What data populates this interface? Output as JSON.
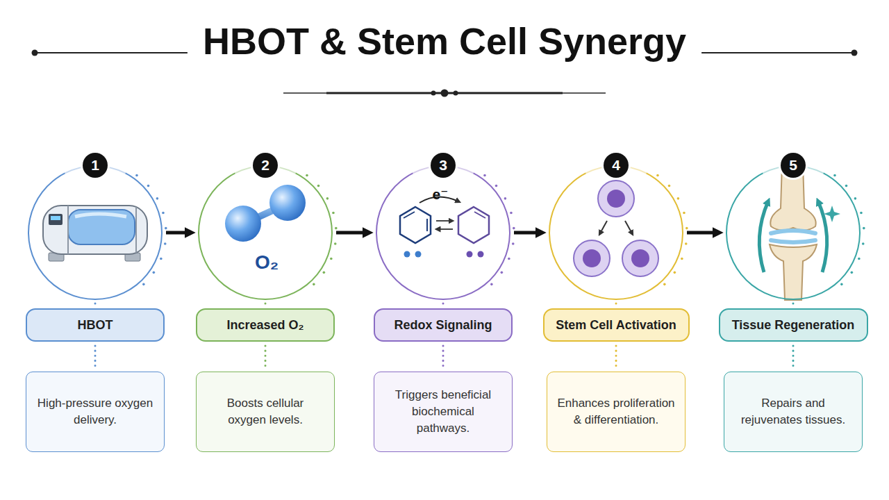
{
  "diagram": {
    "title": "HBOT & Stem Cell Synergy",
    "nodes": [
      {
        "text": [
          "1"
        ]
      },
      {
        "text": [
          "HBOT"
        ]
      },
      {
        "text": [
          "High-pressure oxygen delivery."
        ]
      },
      {
        "text": [
          "2"
        ]
      },
      {
        "text": [
          "Increased O₂"
        ]
      },
      {
        "text": [
          "Boosts cellular oxygen levels."
        ]
      },
      {
        "text": [
          "3"
        ]
      },
      {
        "text": [
          "Redox Signaling"
        ]
      },
      {
        "text": [
          "Triggers beneficial biochemical pathways."
        ]
      },
      {
        "text": [
          "4"
        ]
      },
      {
        "text": [
          "Stem Cell Activation"
        ]
      },
      {
        "text": [
          "Enhances proliferation & differentiation."
        ]
      },
      {
        "text": [
          "5"
        ]
      },
      {
        "text": [
          "Tissue Regeneration"
        ]
      },
      {
        "text": [
          "Repairs and rejuvenates tissues."
        ]
      }
    ],
    "edges": [
      {
        "from": 0,
        "to": 3,
        "arrow": "to"
      },
      {
        "from": 3,
        "to": 6,
        "arrow": "to"
      },
      {
        "from": 6,
        "to": 9,
        "arrow": "to"
      },
      {
        "from": 9,
        "to": 12,
        "arrow": "to"
      },
      {
        "from": 0,
        "to": 1,
        "arrow": "none"
      },
      {
        "from": 1,
        "to": 2,
        "arrow": "none"
      },
      {
        "from": 3,
        "to": 4,
        "arrow": "none"
      },
      {
        "from": 4,
        "to": 5,
        "arrow": "none"
      },
      {
        "from": 6,
        "to": 7,
        "arrow": "none"
      },
      {
        "from": 7,
        "to": 8,
        "arrow": "none"
      },
      {
        "from": 9,
        "to": 10,
        "arrow": "none"
      },
      {
        "from": 10,
        "to": 11,
        "arrow": "none"
      },
      {
        "from": 12,
        "to": 13,
        "arrow": "none"
      },
      {
        "from": 13,
        "to": 14,
        "arrow": "none"
      }
    ],
    "labels": [
      "O₂",
      "e⁻"
    ]
  }
}
